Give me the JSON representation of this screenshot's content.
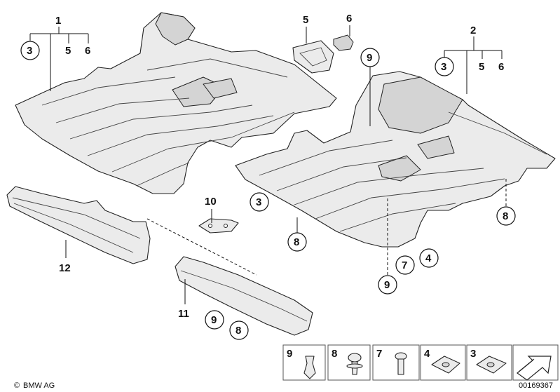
{
  "callouts": {
    "c1": "1",
    "c2": "2",
    "c3a": "3",
    "c3b": "3",
    "c3c": "3",
    "c4": "4",
    "c5a": "5",
    "c5b": "5",
    "c5c": "5",
    "c6a": "6",
    "c6b": "6",
    "c6c": "6",
    "c7": "7",
    "c8a": "8",
    "c8b": "8",
    "c8c": "8",
    "c9a": "9",
    "c9b": "9",
    "c9c": "9",
    "c10": "10",
    "c11": "11",
    "c12": "12"
  },
  "legend": {
    "items": [
      "9",
      "8",
      "7",
      "4",
      "3"
    ]
  },
  "footer": {
    "brand": "BMW AG",
    "copyright": "©",
    "diagram_number": "00169367"
  }
}
